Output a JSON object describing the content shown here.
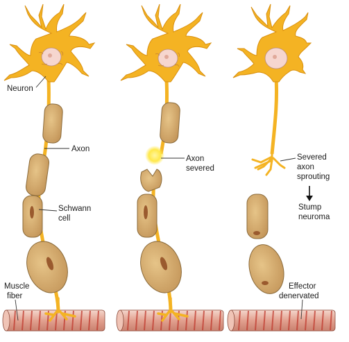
{
  "labels": {
    "neuron": "Neuron",
    "axon": "Axon",
    "schwann_line1": "Schwann",
    "schwann_line2": "cell",
    "muscle_line1": "Muscle",
    "muscle_line2": "fiber",
    "severed_line1": "Axon",
    "severed_line2": "severed",
    "sprouting_line1": "Severed",
    "sprouting_line2": "axon",
    "sprouting_line3": "sprouting",
    "neuroma_line1": "Stump",
    "neuroma_line2": "neuroma",
    "denervated_line1": "Effector",
    "denervated_line2": "denervated"
  },
  "colors": {
    "neuron": "#f4b323",
    "neuron_edge": "#d9900f",
    "nucleus": "#f6d6cf",
    "schwann": "#d4a866",
    "schwann_edge": "#8a6a3a",
    "schwann_nucleus": "#9a5a2e",
    "muscle_base": "#e8b8a8",
    "muscle_stripe": "#c03a2e",
    "injury_glow": "#ffe84a"
  },
  "panels": [
    {
      "name": "intact-neuron",
      "state": "intact"
    },
    {
      "name": "severed-neuron",
      "state": "axon severed"
    },
    {
      "name": "degenerated-neuron",
      "state": "effector denervated"
    }
  ]
}
